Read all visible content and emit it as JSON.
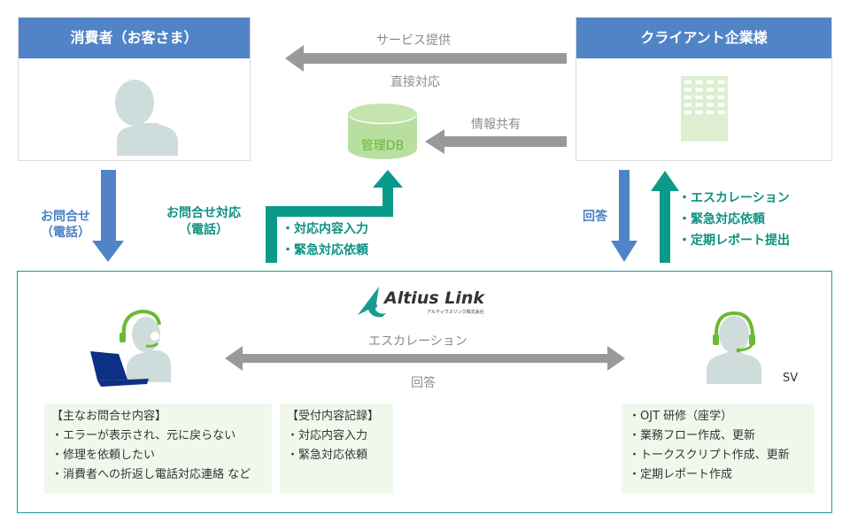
{
  "consumer": {
    "title": "消費者（お客さま）",
    "icon": "person-icon"
  },
  "client": {
    "title": "クライアント企業様",
    "icon": "building-icon"
  },
  "top_flows": {
    "service_label": "サービス提供",
    "direct_label": "直接対応",
    "info_share_label": "情報共有",
    "db_label": "管理DB"
  },
  "consumer_to_center": {
    "inquiry_label_line1": "お問合せ",
    "inquiry_label_line2": "（電話）",
    "response_label_line1": "お問合せ対応",
    "response_label_line2": "（電話）",
    "db_items": [
      "・対応内容入力",
      "・緊急対応依頼"
    ]
  },
  "client_to_center": {
    "answer_label": "回答",
    "escalation_items": [
      "・エスカレーション",
      "・緊急対応依頼",
      "・定期レポート提出"
    ]
  },
  "center": {
    "logo_text": "Altius Link",
    "logo_subtext": "アルティウスリンク株式会社",
    "operator_icon": "operator-headset-laptop-icon",
    "sv_icon": "supervisor-headset-icon",
    "sv_label": "SV",
    "escalation_label": "エスカレーション",
    "answer_label": "回答",
    "inquiry_box": {
      "title": "【主なお問合せ内容】",
      "items": [
        "・エラーが表示され、元に戻らない",
        "・修理を依頼したい",
        "・消費者への折返し電話対応連絡 など"
      ]
    },
    "record_box": {
      "title": "【受付内容記録】",
      "items": [
        "・対応内容入力",
        "・緊急対応依頼"
      ]
    },
    "sv_box": {
      "items": [
        "・OJT 研修（座学）",
        "・業務フロー作成、更新",
        "・トークスクリプト作成、更新",
        "・定期レポート作成"
      ]
    }
  },
  "colors": {
    "header_blue": "#5184c6",
    "arrow_blue": "#5184c6",
    "arrow_teal": "#0a9a8a",
    "arrow_gray": "#999999",
    "db_green": "#b9dfa0",
    "building_green": "#dcefd0",
    "frame_teal": "#169c90",
    "info_box_bg": "#f0f8ec"
  }
}
